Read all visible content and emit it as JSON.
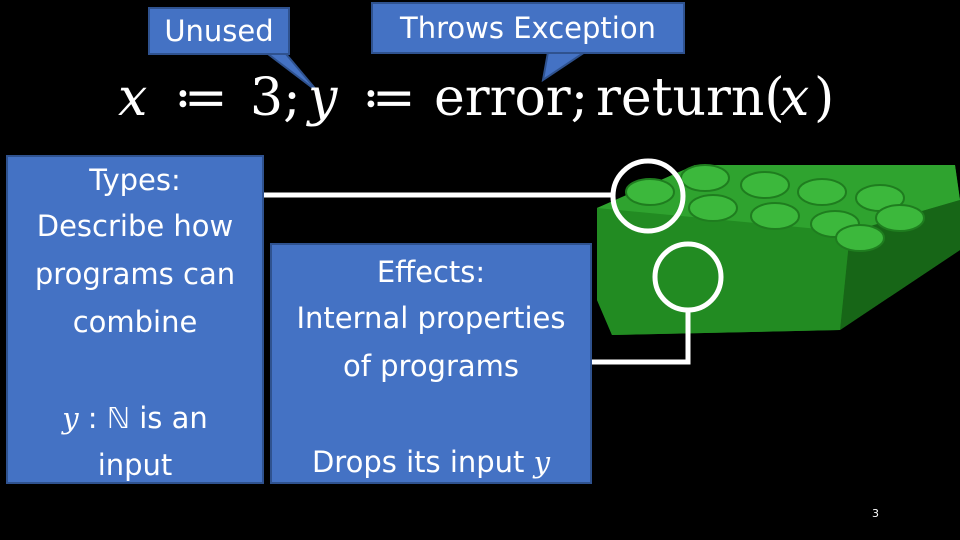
{
  "callouts": {
    "unused": "Unused",
    "throws": "Throws Exception"
  },
  "formula": {
    "x": "x",
    "assign1": "≔",
    "three": "3;",
    "y": "y",
    "assign2": "≔",
    "error": "error;",
    "return_open": "return(",
    "return_arg": "x",
    "return_close": ")"
  },
  "types_box": {
    "heading": "Types:",
    "desc_line1": "Describe how",
    "desc_line2": "programs can",
    "desc_line3": "combine",
    "example_var": "y",
    "example_colon": ":",
    "example_type": "ℕ",
    "example_rest": "is an",
    "example_line2": "input"
  },
  "effects_box": {
    "heading": "Effects:",
    "desc_line1": "Internal properties",
    "desc_line2": "of programs",
    "example_text": "Drops its input",
    "example_var": "y"
  },
  "colors": {
    "box_fill": "#4472c4",
    "box_border": "#2f528f",
    "brick_green": "#2e9a2e",
    "connector": "#ffffff",
    "background": "#000000"
  },
  "slide_number": "3"
}
